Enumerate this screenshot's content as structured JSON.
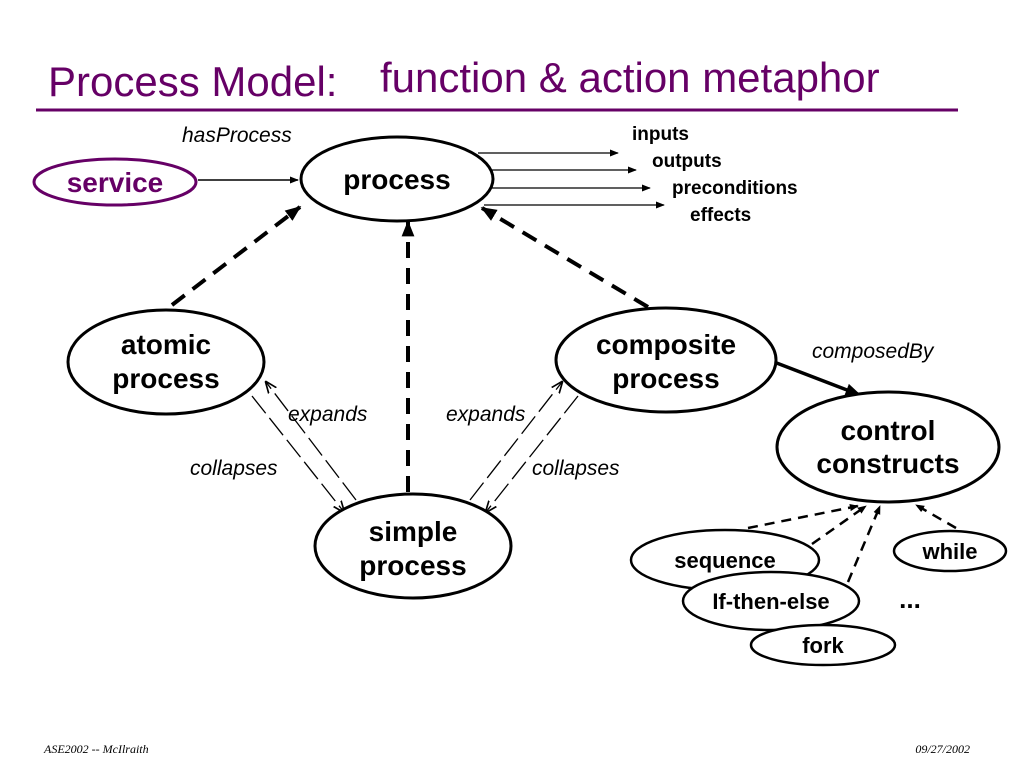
{
  "title": {
    "part1": "Process Model:",
    "part2": "function & action metaphor"
  },
  "colors": {
    "title": "#660066",
    "service_border": "#660066",
    "ink": "#000000"
  },
  "nodes": {
    "service": "service",
    "process": "process",
    "atomic": [
      "atomic",
      "process"
    ],
    "composite": [
      "composite",
      "process"
    ],
    "simple": [
      "simple",
      "process"
    ],
    "control": [
      "control",
      "constructs"
    ],
    "sequence": "sequence",
    "ifthenelse": "If-then-else",
    "fork": "fork",
    "while": "while",
    "more": "..."
  },
  "edge_labels": {
    "hasProcess": "hasProcess",
    "composedBy": "composedBy",
    "expands_left": "expands",
    "collapses_left": "collapses",
    "expands_right": "expands",
    "collapses_right": "collapses"
  },
  "process_io": [
    "inputs",
    "outputs",
    "preconditions",
    "effects"
  ],
  "footer": {
    "left": "ASE2002 -- McIlraith",
    "right": "09/27/2002"
  }
}
